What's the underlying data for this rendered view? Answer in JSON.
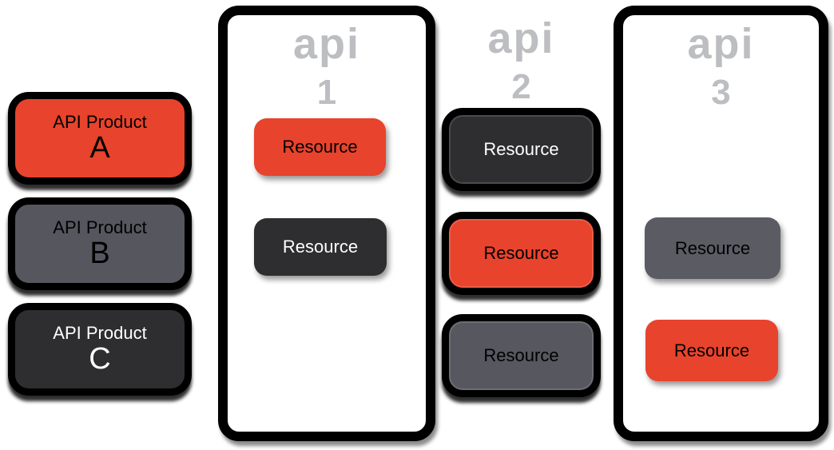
{
  "colors": {
    "orange": "#E8432C",
    "dark_gray": "#2E2E30",
    "mid_gray": "#55565E",
    "resource_gray": "#5A5B63",
    "api_label_gray": "#BDBEC2",
    "outline_black": "#000000",
    "background": "#FFFFFF"
  },
  "products": [
    {
      "line1": "API Product",
      "letter": "A",
      "color": "orange"
    },
    {
      "line1": "API Product",
      "letter": "B",
      "color": "mid_gray"
    },
    {
      "line1": "API Product",
      "letter": "C",
      "color": "dark_gray"
    }
  ],
  "apis": [
    {
      "word": "api",
      "number": "1",
      "has_container": true,
      "resources": [
        {
          "label": "Resource",
          "color": "orange"
        },
        {
          "label": "Resource",
          "color": "dark_gray"
        }
      ]
    },
    {
      "word": "api",
      "number": "2",
      "has_container": false,
      "resources": [
        {
          "label": "Resource",
          "color": "dark_gray"
        },
        {
          "label": "Resource",
          "color": "orange"
        },
        {
          "label": "Resource",
          "color": "resource_gray"
        }
      ]
    },
    {
      "word": "api",
      "number": "3",
      "has_container": true,
      "resources": [
        {
          "label": "Resource",
          "color": "resource_gray"
        },
        {
          "label": "Resource",
          "color": "orange"
        }
      ]
    }
  ]
}
